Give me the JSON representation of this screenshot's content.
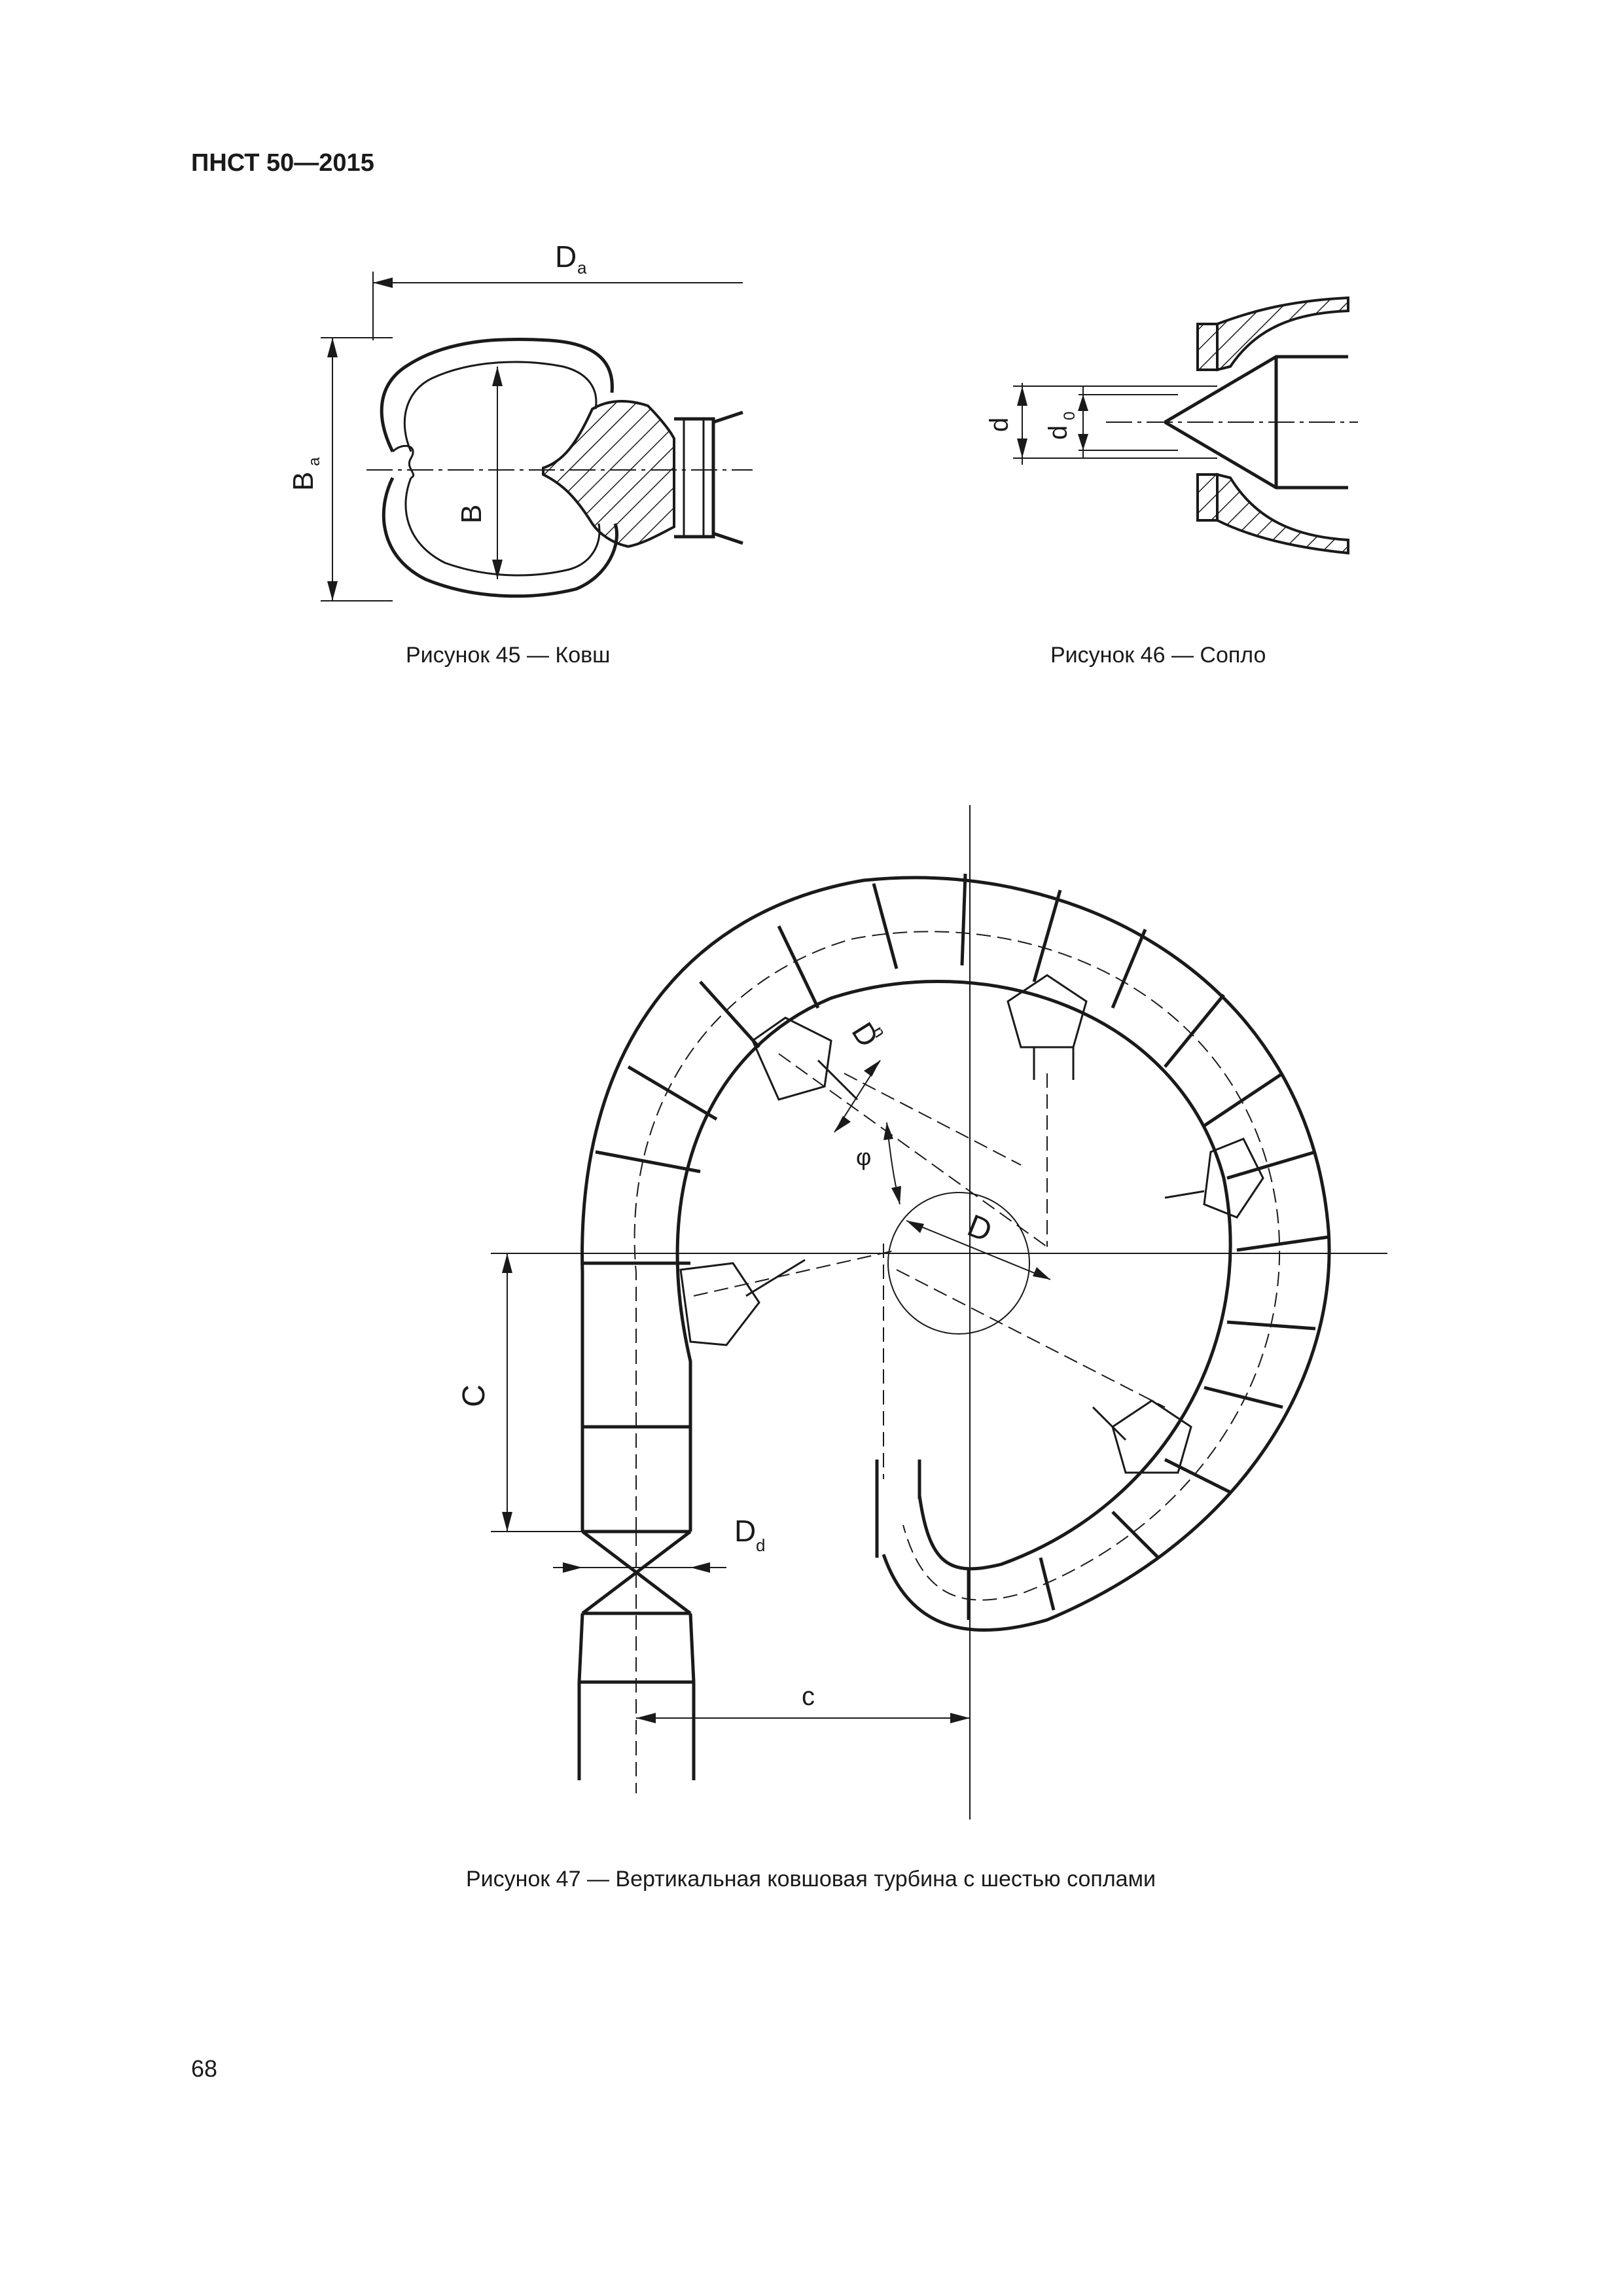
{
  "header": {
    "code": "ПНСТ 50—2015"
  },
  "figure45": {
    "caption": "Рисунок 45 — Ковш",
    "labels": {
      "Da": "D",
      "Da_sub": "a",
      "Ba": "B",
      "Ba_sub": "a",
      "B": "B"
    }
  },
  "figure46": {
    "caption": "Рисунок 46 — Сопло",
    "labels": {
      "d": "d",
      "d0": "d",
      "d0_sub": "0"
    }
  },
  "figure47": {
    "caption": "Рисунок 47 — Вертикальная ковшовая турбина с шестью соплами",
    "labels": {
      "Dn": "D",
      "Dn_sub": "n",
      "phi": "φ",
      "D": "D",
      "C": "C",
      "Dd": "D",
      "Dd_sub": "d",
      "c": "c"
    }
  },
  "page_number": "68"
}
